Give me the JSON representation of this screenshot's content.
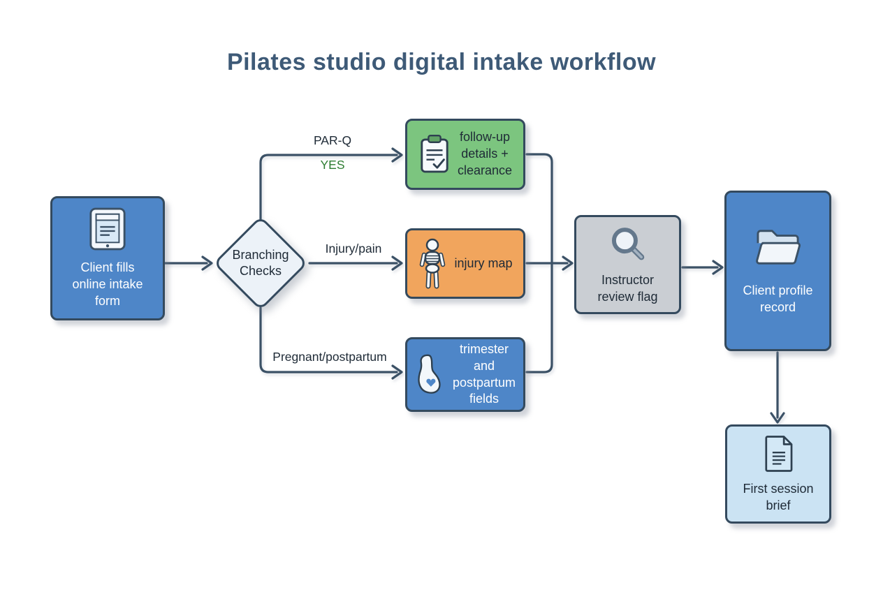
{
  "title": "Pilates studio digital intake workflow",
  "nodes": {
    "intake": {
      "label": "Client fills\nonline intake\nform",
      "icon": "tablet-form-icon",
      "color": "#4e86c8"
    },
    "branching": {
      "label": "Branching\nChecks",
      "color": "#ecf2f8"
    },
    "followup": {
      "label": "follow-up\ndetails +\nclearance",
      "icon": "clipboard-check-icon",
      "color": "#7cc57f"
    },
    "injury": {
      "label": "injury map",
      "icon": "skeleton-icon",
      "color": "#f1a55d"
    },
    "trimester": {
      "label": "trimester and\npostpartum\nfields",
      "icon": "pregnancy-icon",
      "color": "#4e86c8"
    },
    "review": {
      "label": "Instructor\nreview flag",
      "icon": "magnifier-icon",
      "color": "#caced3"
    },
    "profile": {
      "label": "Client profile\nrecord",
      "icon": "folder-icon",
      "color": "#4e86c8"
    },
    "brief": {
      "label": "First session\nbrief",
      "icon": "document-icon",
      "color": "#cbe3f3"
    }
  },
  "edges": {
    "parq": {
      "label": "PAR-Q",
      "condition": "YES",
      "condition_color": "#2e7d32"
    },
    "injury": {
      "label": "Injury/pain"
    },
    "pregnant": {
      "label": "Pregnant/postpartum"
    }
  },
  "palette": {
    "line": "#3b5166",
    "title_text": "#3e5a77",
    "node_blue": "#4e86c8",
    "branch_green": "#7cc57f",
    "branch_orange": "#f1a55d",
    "review_gray": "#caced3",
    "brief_lightblue": "#cbe3f3",
    "diamond_fill": "#ecf2f8",
    "yes_green": "#2e7d32"
  }
}
